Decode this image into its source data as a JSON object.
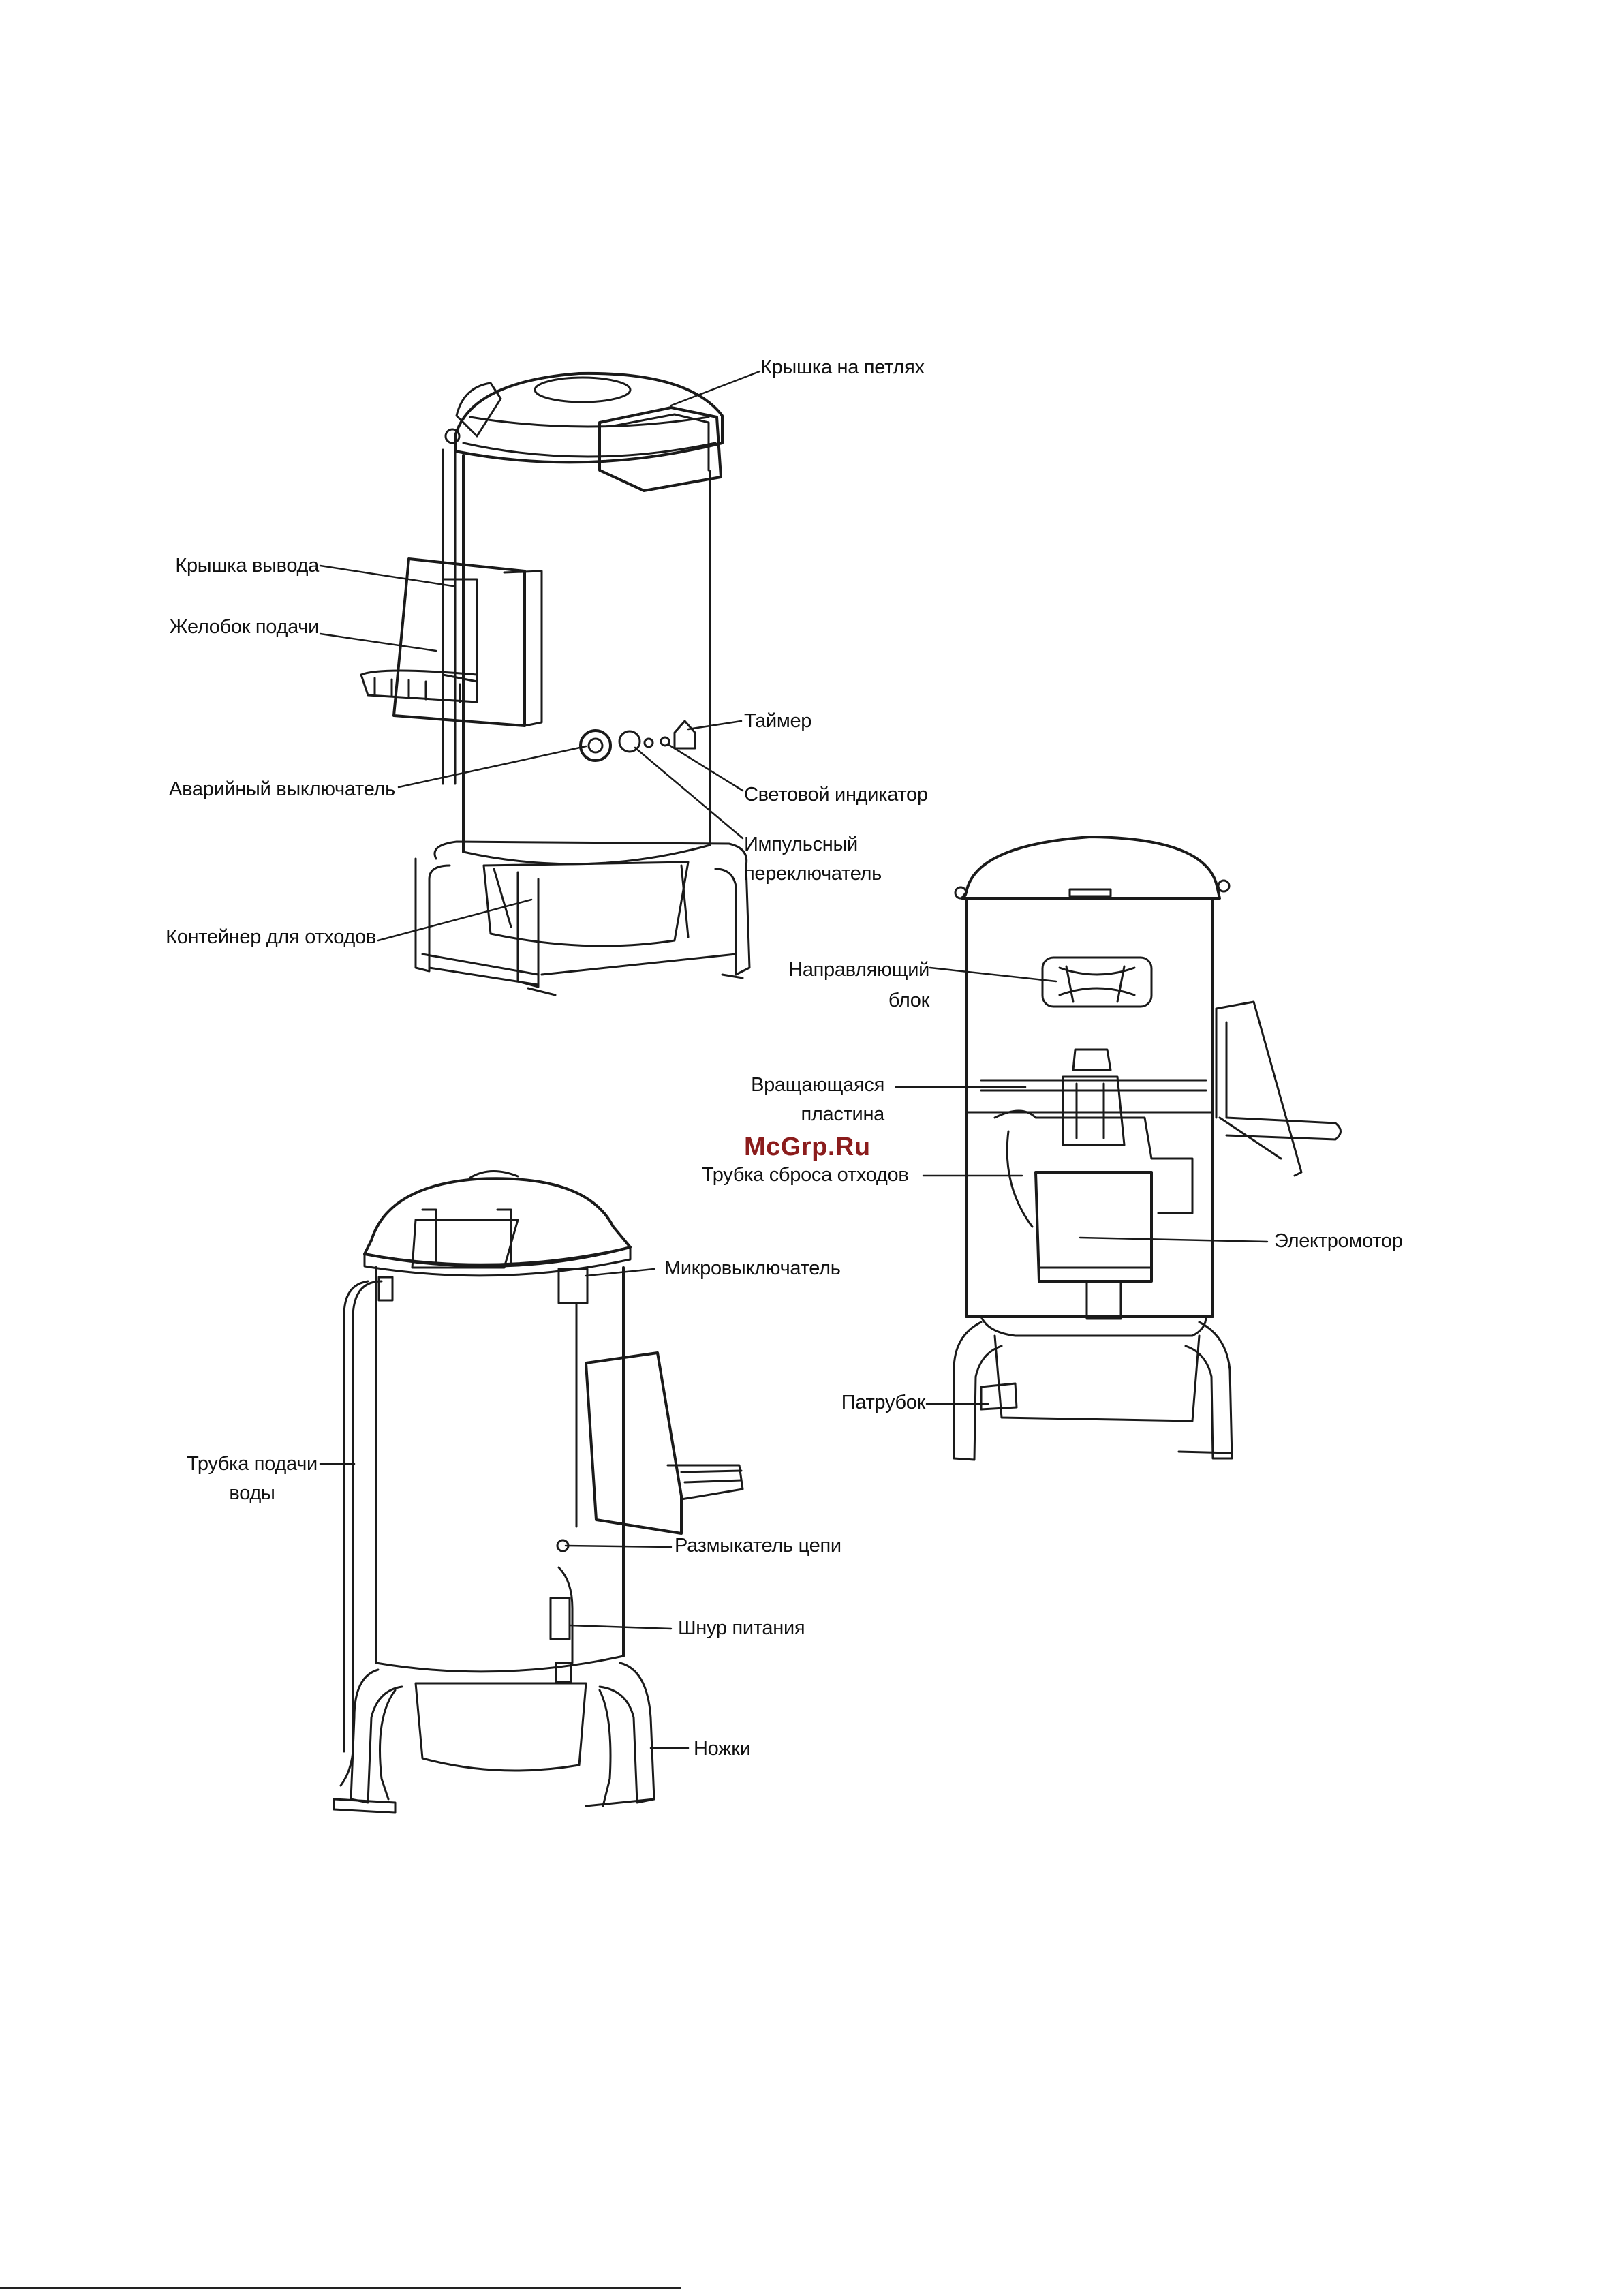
{
  "watermark": "McGrp.Ru",
  "labels": {
    "hinged_lid": "Крышка на петлях",
    "outlet_cover": "Крышка вывода",
    "feed_chute": "Желобок подачи",
    "timer": "Таймер",
    "emergency_switch": "Аварийный выключатель",
    "indicator_light": "Световой индикатор",
    "pulse_switch_1": "Импульсный",
    "pulse_switch_2": "переключатель",
    "waste_container": "Контейнер для отходов",
    "guide_block_1": "Направляющий",
    "guide_block_2": "блок",
    "rotating_plate_1": "Вращающаяся",
    "rotating_plate_2": "пластина",
    "waste_pipe": "Трубка сброса отходов",
    "motor": "Электромотор",
    "nozzle": "Патрубок",
    "microswitch": "Микровыключатель",
    "water_pipe_1": "Трубка подачи",
    "water_pipe_2": "воды",
    "circuit_breaker": "Размыкатель цепи",
    "power_cord": "Шнур питания",
    "legs": "Ножки"
  }
}
